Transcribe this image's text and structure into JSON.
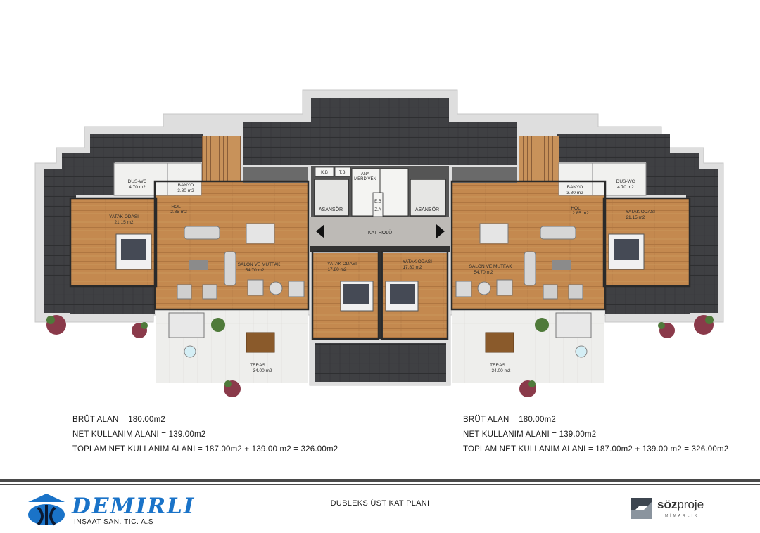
{
  "labels": {
    "asansor_left": "ASANSÖR",
    "asansor_right": "ASANSÖR",
    "kb": "K.B",
    "tb": "T.B.",
    "ana_merdiven_1": "ANA",
    "ana_merdiven_2": "MERDİVEN",
    "eb": "E.B",
    "za": "Z.A",
    "kat_holu": "KAT HOLÜ",
    "left": {
      "dus_wc": "DUS-WC",
      "dus_wc_area": "4.70 m2",
      "banyo": "BANYO",
      "banyo_area": "3.80 m2",
      "hol": "HOL",
      "hol_area": "2.85 m2",
      "yatak1": "YATAK ODASI",
      "yatak1_area": "21.15 m2",
      "salon": "SALON VE MUTFAK",
      "salon_area": "54.70 m2",
      "yatak2": "YATAK ODASI",
      "yatak2_area": "17.80 m2",
      "teras": "TERAS",
      "teras_area": "34.00 m2"
    },
    "right": {
      "dus_wc": "DUS-WC",
      "dus_wc_area": "4.70 m2",
      "banyo": "BANYO",
      "banyo_area": "3.80 m2",
      "hol": "HOL",
      "hol_area": "2.85 m2",
      "yatak1": "YATAK ODASI",
      "yatak1_area": "21.15 m2",
      "salon": "SALON VE MUTFAK",
      "salon_area": "54.70 m2",
      "yatak2": "YATAK ODASI",
      "yatak2_area": "17.80 m2",
      "teras": "TERAS",
      "teras_area": "34.00 m2"
    }
  },
  "area_left": {
    "brut": "BRÜT ALAN = 180.00m2",
    "net": "NET KULLANIM ALANI = 139.00m2",
    "toplam": "TOPLAM NET KULLANIM ALANI = 187.00m2 + 139.00 m2 = 326.00m2"
  },
  "area_right": {
    "brut": "BRÜT ALAN = 180.00m2",
    "net": "NET KULLANIM ALANI = 139.00m2",
    "toplam": "TOPLAM NET KULLANIM ALANI = 187.00m2 + 139.00 m2 = 326.00m2"
  },
  "footer": {
    "title": "DUBLEKS ÜST KAT PLANI",
    "logo_left_word": "DEMIRLI",
    "logo_left_sub": "İNŞAAT SAN. TİC. A.Ş",
    "logo_right_word_bold": "söz",
    "logo_right_word_rest": "proje",
    "logo_right_sub": "MİMARLIK"
  },
  "colors": {
    "roof": "#3f4043",
    "floor": "#c08850",
    "terrace": "#eeeeec",
    "hall": "#bdbab6",
    "brand_blue": "#1a73c8"
  }
}
